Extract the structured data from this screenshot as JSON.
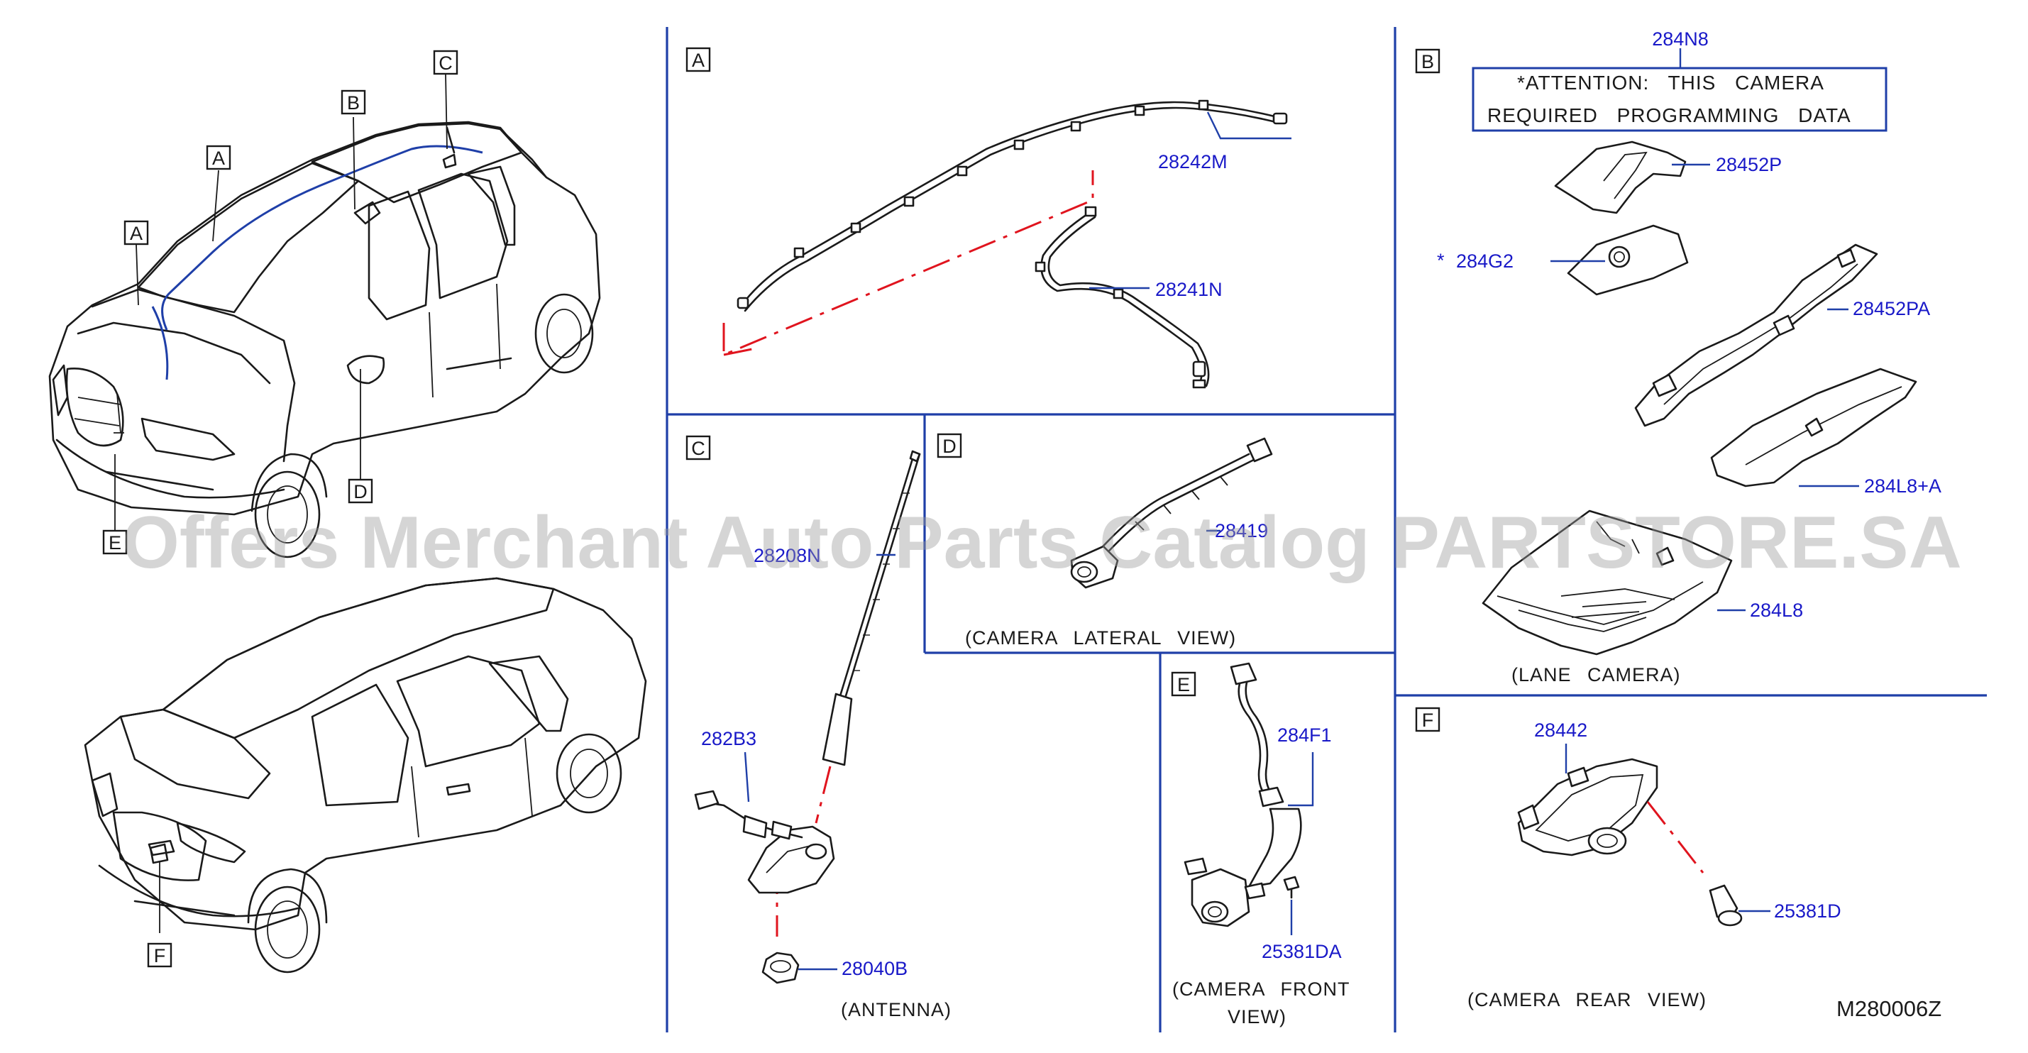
{
  "diagram_code": "M280006Z",
  "watermark": "Offers Merchant Auto Parts Catalog PARTSTORE.SA",
  "attention_note": {
    "part_number": "284N8",
    "line1": "*ATTENTION:  THIS  CAMERA",
    "line2": "REQUIRED  PROGRAMMING  DATA"
  },
  "sections": {
    "A": {
      "label": "A"
    },
    "B": {
      "label": "B",
      "caption": "(LANE  CAMERA)"
    },
    "C": {
      "label": "C",
      "caption": "(ANTENNA)"
    },
    "D": {
      "label": "D",
      "caption": "(CAMERA  LATERAL  VIEW)"
    },
    "E": {
      "label": "E",
      "caption_line1": "(CAMERA  FRONT",
      "caption_line2": "VIEW)"
    },
    "F": {
      "label": "F",
      "caption": "(CAMERA  REAR  VIEW)"
    }
  },
  "vehicle_callouts": [
    "A",
    "A",
    "B",
    "C",
    "D",
    "E",
    "F"
  ],
  "parts": {
    "p28242M": "28242M",
    "p28241N": "28241N",
    "p28452P": "28452P",
    "p284G2": "284G2",
    "p284G2_mark": "*",
    "p28452PA": "28452PA",
    "p284L8A": "284L8+A",
    "p284L8": "284L8",
    "p28208N": "28208N",
    "p282B3": "282B3",
    "p28040B": "28040B",
    "p28419": "28419",
    "p284F1": "284F1",
    "p25381DA": "25381DA",
    "p28442": "28442",
    "p25381D": "25381D"
  },
  "colors": {
    "part_number": "#1919c8",
    "divider": "#1f3fa8",
    "leader": "#1f3fa8",
    "harness_route": "#1f3fa8",
    "dash_guide": "#e0141e",
    "line_art": "#1a1a1a"
  }
}
